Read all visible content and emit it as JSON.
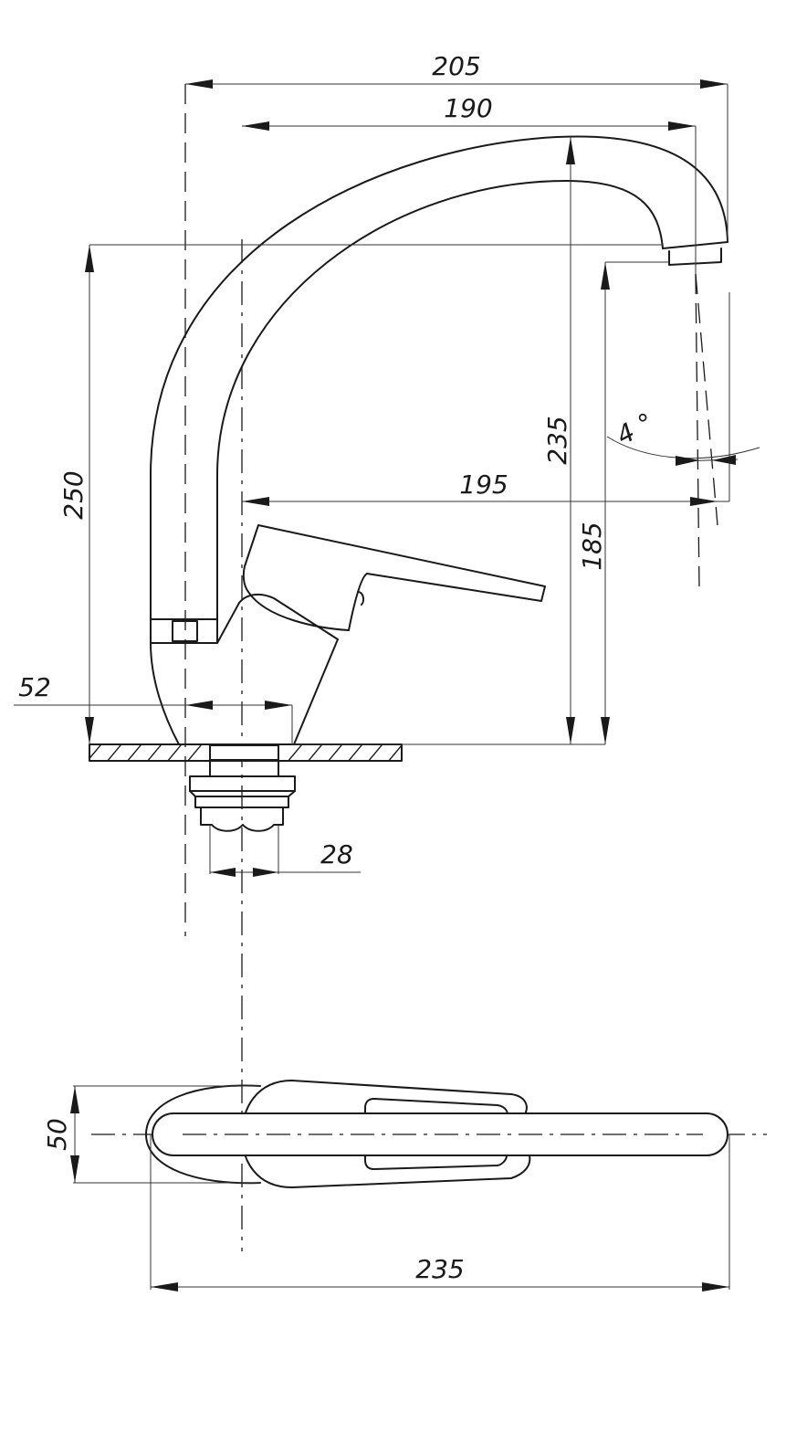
{
  "dimensions": {
    "total_reach": "205",
    "spout_reach": "190",
    "outlet_height": "235",
    "body_height": "250",
    "axis_to_outlet": "195",
    "under_outlet_height": "185",
    "outlet_angle": "4 °",
    "base_diameter": "52",
    "thread_diameter": "28",
    "plan_width": "50",
    "plan_length": "235"
  }
}
